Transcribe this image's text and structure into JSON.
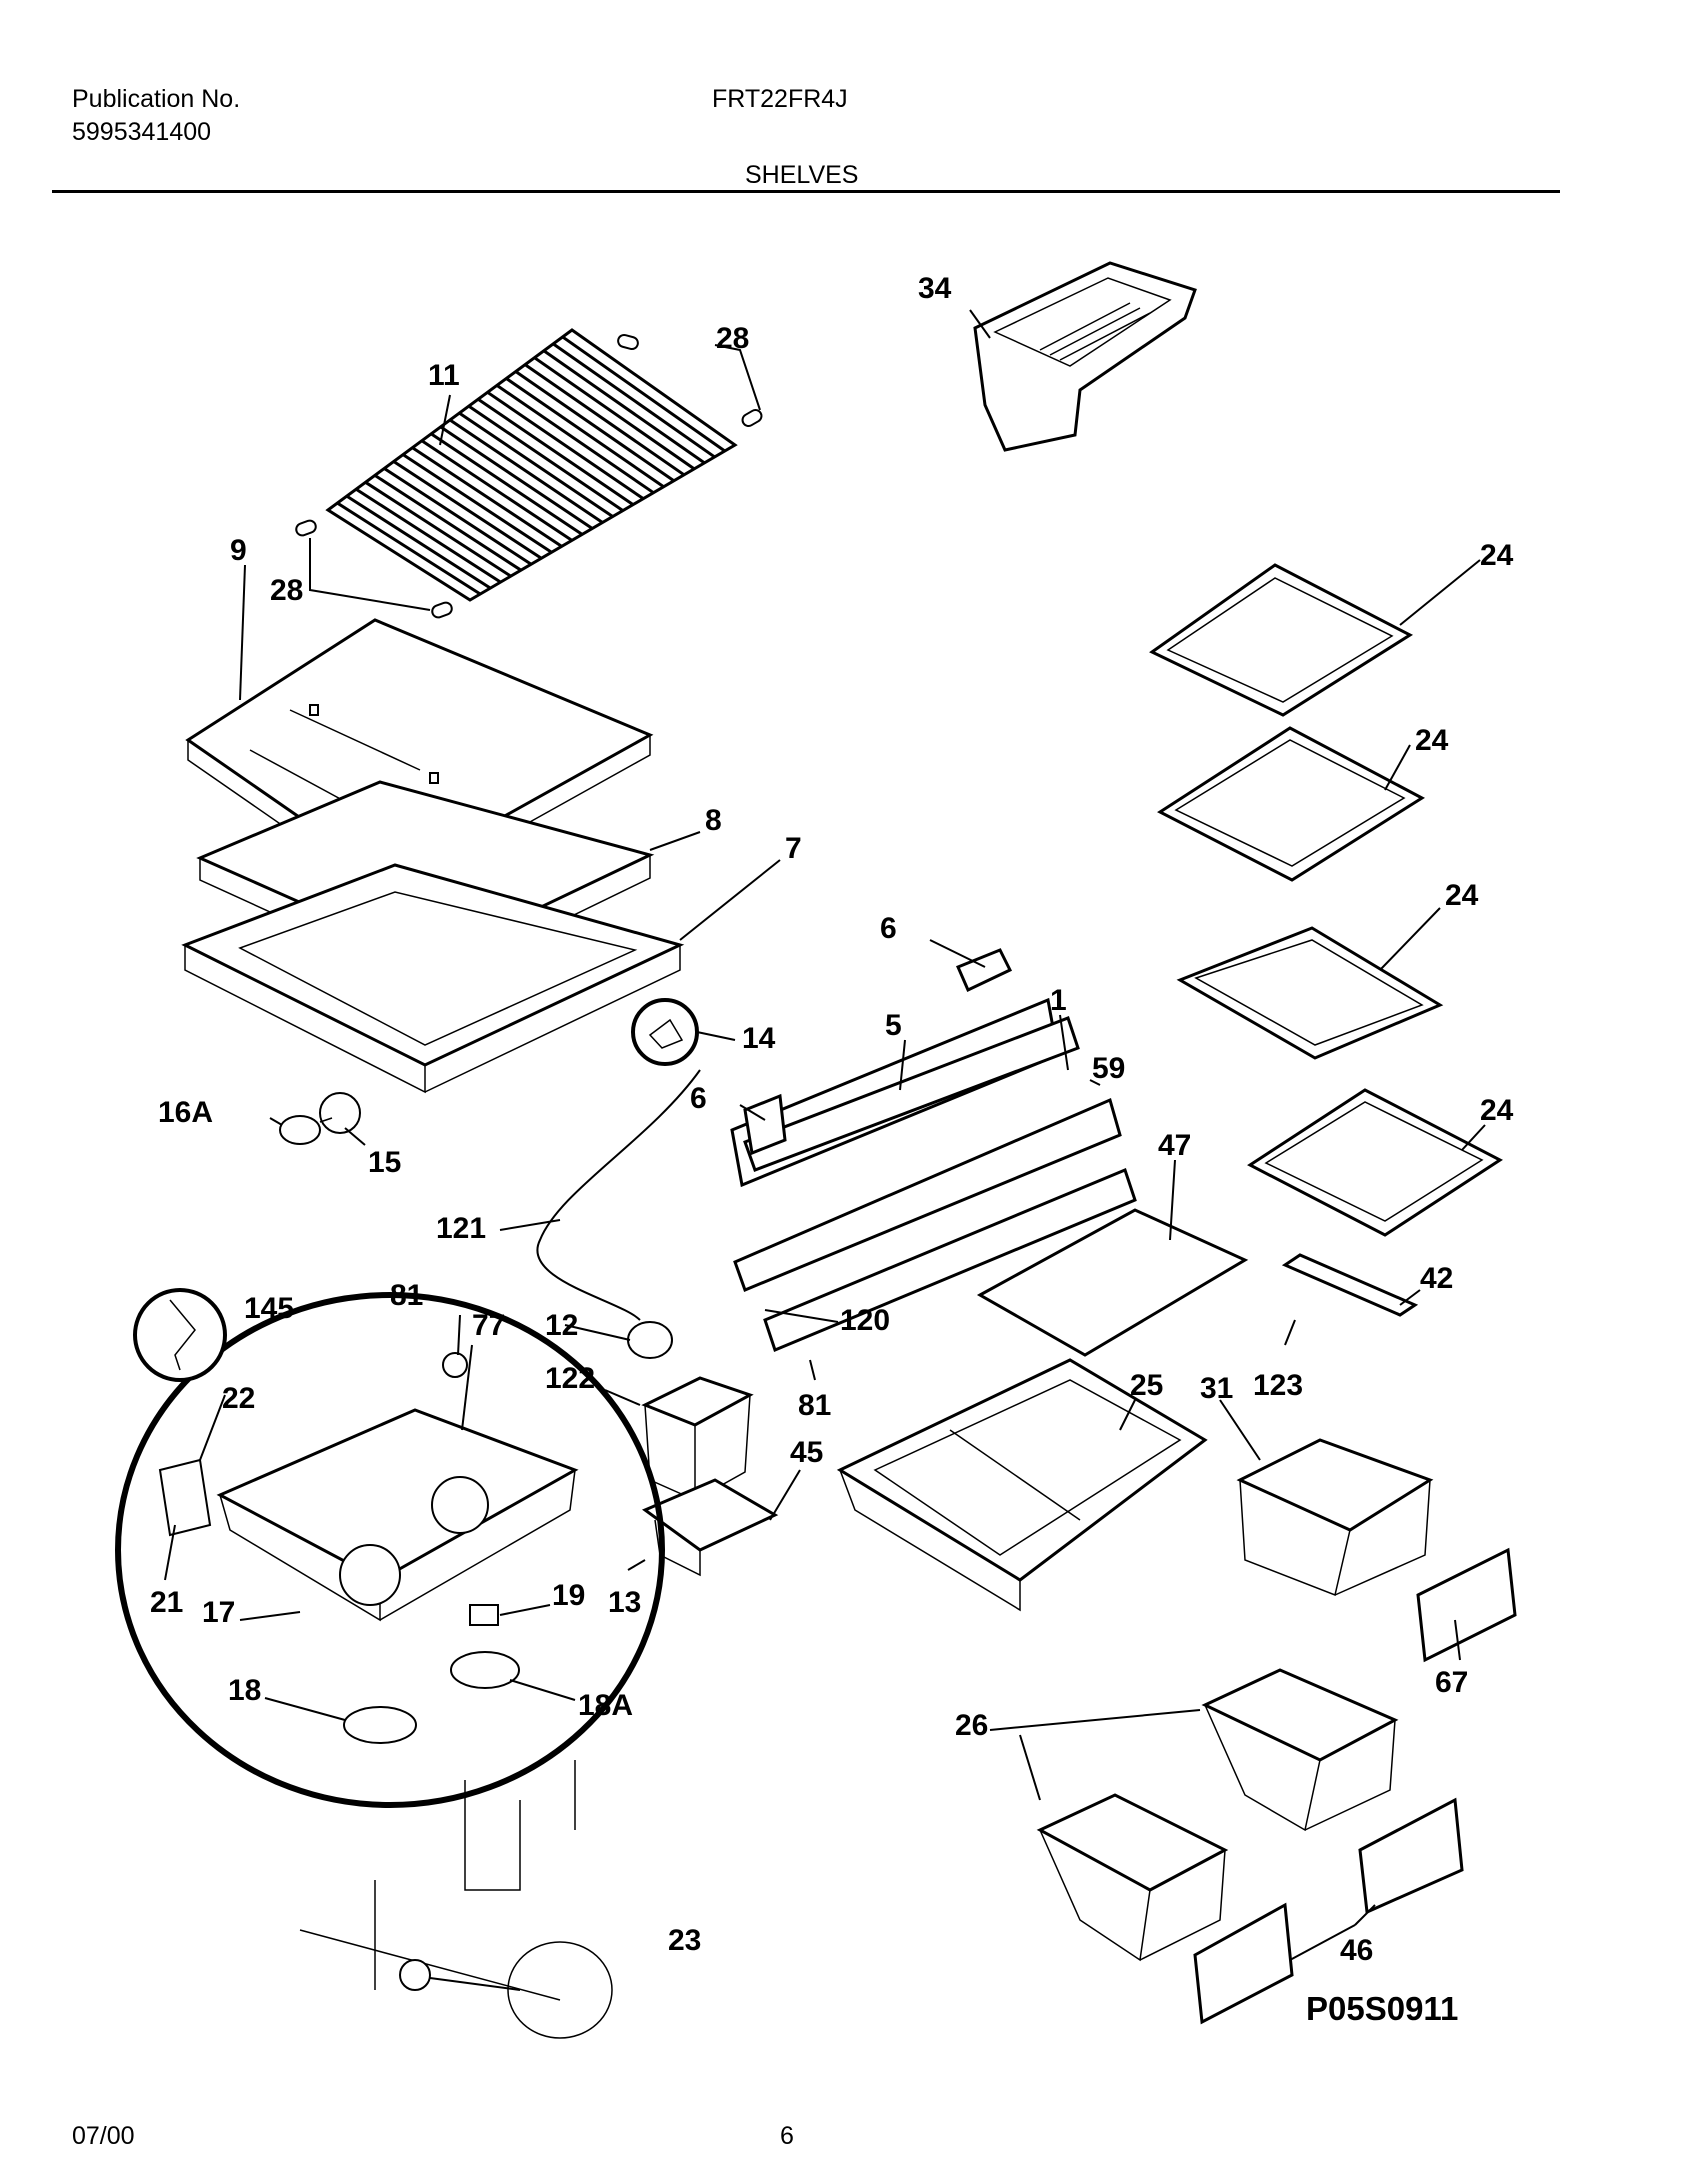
{
  "header": {
    "publication_label": "Publication No.",
    "publication_number": "5995341400",
    "model": "FRT22FR4J",
    "section": "SHELVES"
  },
  "footer": {
    "date": "07/00",
    "page": "6",
    "diagram_code": "P05S0911"
  },
  "callouts": [
    {
      "id": "c-34",
      "text": "34"
    },
    {
      "id": "c-28a",
      "text": "28"
    },
    {
      "id": "c-11",
      "text": "11"
    },
    {
      "id": "c-24a",
      "text": "24"
    },
    {
      "id": "c-9",
      "text": "9"
    },
    {
      "id": "c-28b",
      "text": "28"
    },
    {
      "id": "c-24b",
      "text": "24"
    },
    {
      "id": "c-8",
      "text": "8"
    },
    {
      "id": "c-7",
      "text": "7"
    },
    {
      "id": "c-6a",
      "text": "6"
    },
    {
      "id": "c-24c",
      "text": "24"
    },
    {
      "id": "c-5",
      "text": "5"
    },
    {
      "id": "c-1",
      "text": "1"
    },
    {
      "id": "c-14",
      "text": "14"
    },
    {
      "id": "c-59",
      "text": "59"
    },
    {
      "id": "c-24d",
      "text": "24"
    },
    {
      "id": "c-6b",
      "text": "6"
    },
    {
      "id": "c-16a",
      "text": "16A"
    },
    {
      "id": "c-15",
      "text": "15"
    },
    {
      "id": "c-47",
      "text": "47"
    },
    {
      "id": "c-121",
      "text": "121"
    },
    {
      "id": "c-42",
      "text": "42"
    },
    {
      "id": "c-145",
      "text": "145"
    },
    {
      "id": "c-81a",
      "text": "81"
    },
    {
      "id": "c-77",
      "text": "77"
    },
    {
      "id": "c-12",
      "text": "12"
    },
    {
      "id": "c-120",
      "text": "120"
    },
    {
      "id": "c-122",
      "text": "122"
    },
    {
      "id": "c-25",
      "text": "25"
    },
    {
      "id": "c-31",
      "text": "31"
    },
    {
      "id": "c-123",
      "text": "123"
    },
    {
      "id": "c-22",
      "text": "22"
    },
    {
      "id": "c-81b",
      "text": "81"
    },
    {
      "id": "c-45",
      "text": "45"
    },
    {
      "id": "c-19",
      "text": "19"
    },
    {
      "id": "c-13",
      "text": "13"
    },
    {
      "id": "c-21",
      "text": "21"
    },
    {
      "id": "c-17",
      "text": "17"
    },
    {
      "id": "c-67",
      "text": "67"
    },
    {
      "id": "c-18",
      "text": "18"
    },
    {
      "id": "c-18a",
      "text": "18A"
    },
    {
      "id": "c-26",
      "text": "26"
    },
    {
      "id": "c-23",
      "text": "23"
    },
    {
      "id": "c-46",
      "text": "46"
    }
  ]
}
